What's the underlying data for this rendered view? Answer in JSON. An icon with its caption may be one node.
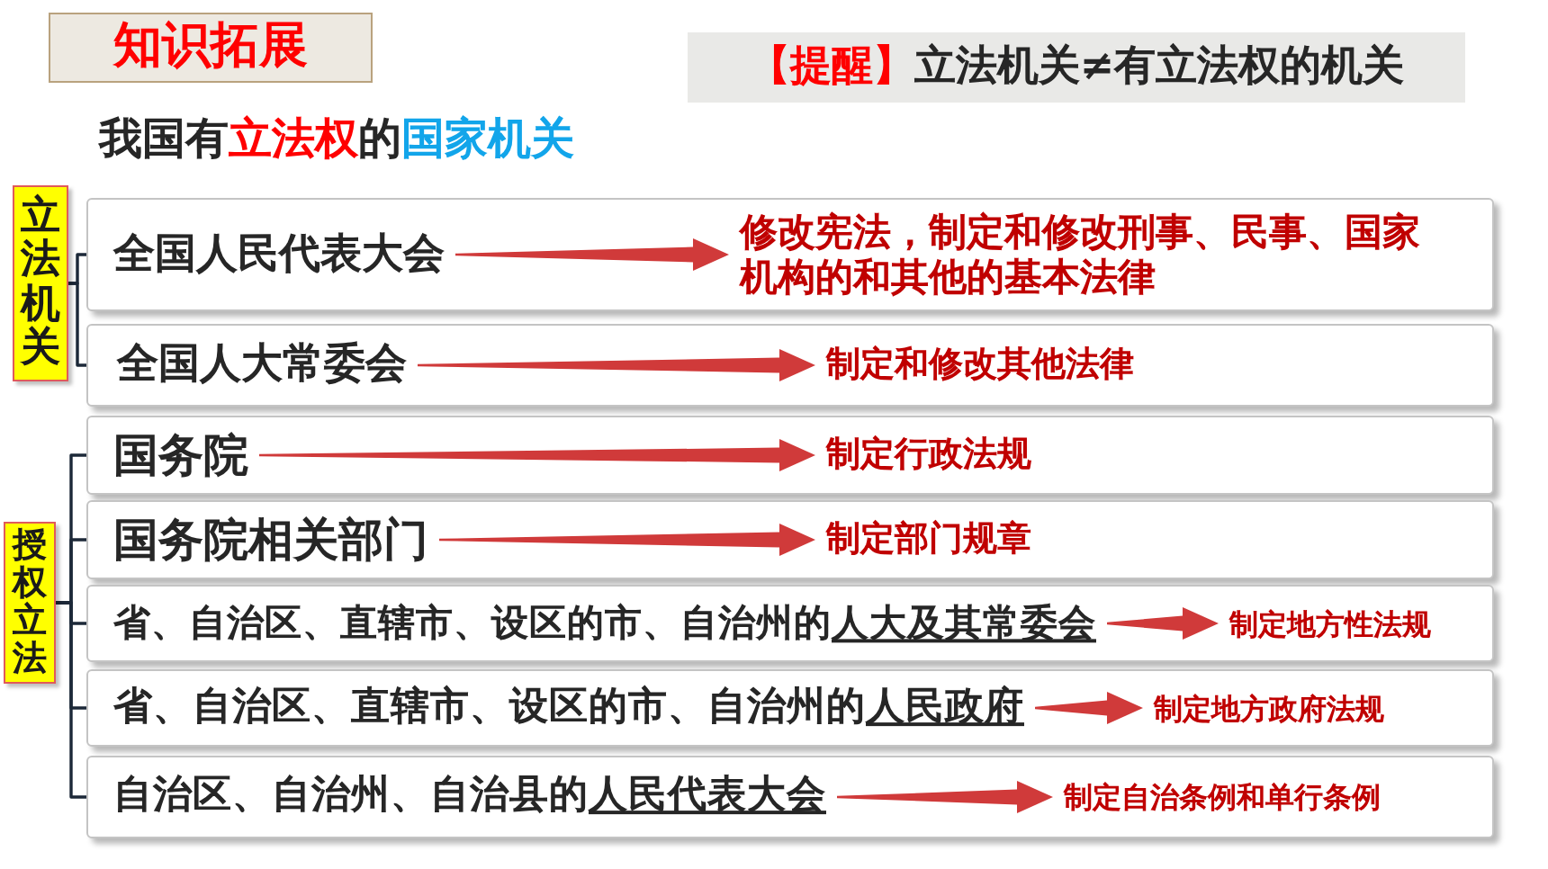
{
  "diagram": {
    "title": "我国有**立法权**的**国家机关**",
    "nodes": [
      {
        "text": [
          "知识拓展"
        ]
      },
      {
        "text": [
          "**【提醒】**立法机关≠有立法权的机关"
        ]
      },
      {
        "text": [
          "立法机关"
        ]
      },
      {
        "text": [],
        "shape": "box"
      },
      {
        "text": [
          "全国人民代表大会"
        ],
        "in": 3
      },
      {
        "text": [
          "修改宪法，制定和修改刑事、民事、国家机构的和其他的基本法律"
        ],
        "in": 3
      },
      {
        "text": [],
        "shape": "box"
      },
      {
        "text": [
          "全国人大常委会"
        ],
        "in": 6
      },
      {
        "text": [
          "制定和修改其他法律"
        ],
        "in": 6
      },
      {
        "text": [
          "授权立法"
        ]
      },
      {
        "text": [],
        "shape": "box"
      },
      {
        "text": [
          "国务院"
        ],
        "in": 10
      },
      {
        "text": [
          "制定行政法规"
        ],
        "in": 10
      },
      {
        "text": [],
        "shape": "box"
      },
      {
        "text": [
          "国务院相关部门"
        ],
        "in": 13
      },
      {
        "text": [
          "制定部门规章"
        ],
        "in": 13
      },
      {
        "text": [],
        "shape": "box"
      },
      {
        "text": [
          "省、自治区、直辖市、设区的市、自治州的**人大及其常委会**"
        ],
        "in": 16
      },
      {
        "text": [
          "制定地方性法规"
        ],
        "in": 16
      },
      {
        "text": [],
        "shape": "box"
      },
      {
        "text": [
          "省、自治区、直辖市、设区的市、自治州的**人民政府**"
        ],
        "in": 19
      },
      {
        "text": [
          "制定地方政府法规"
        ],
        "in": 19
      },
      {
        "text": [],
        "shape": "box"
      },
      {
        "text": [
          "自治区、自治州、自治县的**人民代表大会**"
        ],
        "in": 22
      },
      {
        "text": [
          "制定自治条例和单行条例"
        ],
        "in": 22
      }
    ],
    "edges": [
      {
        "from": 2,
        "to": 3,
        "arrow": "none",
        "color": "#1c2838"
      },
      {
        "from": 2,
        "to": 6,
        "arrow": "none",
        "color": "#1c2838"
      },
      {
        "from": 4,
        "to": 5,
        "arrow": "to"
      },
      {
        "from": 7,
        "to": 8,
        "arrow": "to"
      },
      {
        "from": 9,
        "to": 10,
        "arrow": "none",
        "color": "#1c2838"
      },
      {
        "from": 9,
        "to": 13,
        "arrow": "none",
        "color": "#1c2838"
      },
      {
        "from": 9,
        "to": 16,
        "arrow": "none",
        "color": "#1c2838"
      },
      {
        "from": 9,
        "to": 19,
        "arrow": "none",
        "color": "#1c2838"
      },
      {
        "from": 9,
        "to": 22,
        "arrow": "none",
        "color": "#1c2838"
      },
      {
        "from": 11,
        "to": 12,
        "arrow": "to"
      },
      {
        "from": 14,
        "to": 15,
        "arrow": "to"
      },
      {
        "from": 17,
        "to": 18,
        "arrow": "to"
      },
      {
        "from": 20,
        "to": 21,
        "arrow": "to"
      },
      {
        "from": 23,
        "to": 24,
        "arrow": "to"
      }
    ]
  }
}
